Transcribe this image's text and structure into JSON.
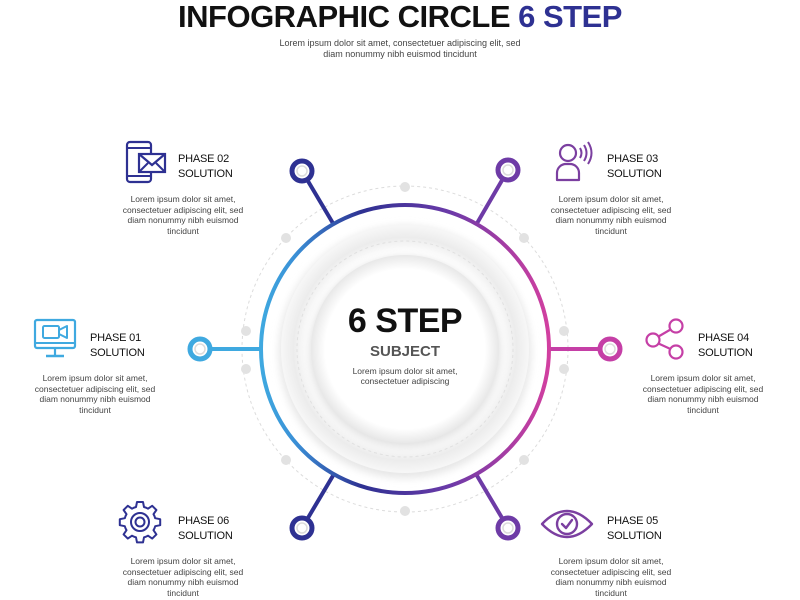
{
  "header": {
    "title_main": "INFOGRAPHIC CIRCLE ",
    "title_accent": "6 STEP",
    "subtitle_line1": "Lorem ipsum dolor sit amet, consectetuer adipiscing elit, sed",
    "subtitle_line2": "diam nonummy nibh euismod tincidunt"
  },
  "center": {
    "title": "6 STEP",
    "subtitle": "SUBJECT",
    "desc_line1": "Lorem ipsum dolor sit amet,",
    "desc_line2": "consectetuer adipiscing"
  },
  "colors": {
    "title_accent": "#2e3192",
    "phase01": "#3fa9e0",
    "phase02": "#2e3192",
    "phase03": "#7b3fa0",
    "phase04": "#c53fa6",
    "phase05": "#7b3fa0",
    "phase06": "#2e3192",
    "ring_gradient_start": "#3fa9e0",
    "ring_gradient_mid": "#2e3192",
    "ring_gradient_end": "#cc3fa0",
    "dots": "#e2e2e2"
  },
  "phases": [
    {
      "id": "01",
      "label_line1": "PHASE 01",
      "label_line2": "SOLUTION",
      "icon": "video-monitor-icon",
      "desc_line1": "Lorem ipsum dolor sit amet,",
      "desc_line2": "consectetuer adipiscing elit, sed",
      "desc_line3": "diam nonummy nibh euismod",
      "desc_line4": "tincidunt"
    },
    {
      "id": "02",
      "label_line1": "PHASE 02",
      "label_line2": "SOLUTION",
      "icon": "mobile-mail-icon",
      "desc_line1": "Lorem ipsum dolor sit amet,",
      "desc_line2": "consectetuer adipiscing elit, sed",
      "desc_line3": "diam nonummy nibh euismod",
      "desc_line4": "tincidunt"
    },
    {
      "id": "03",
      "label_line1": "PHASE 03",
      "label_line2": "SOLUTION",
      "icon": "user-speaking-icon",
      "desc_line1": "Lorem ipsum dolor sit amet,",
      "desc_line2": "consectetuer adipiscing elit, sed",
      "desc_line3": "diam nonummy nibh euismod",
      "desc_line4": "tincidunt"
    },
    {
      "id": "04",
      "label_line1": "PHASE 04",
      "label_line2": "SOLUTION",
      "icon": "share-icon",
      "desc_line1": "Lorem ipsum dolor sit amet,",
      "desc_line2": "consectetuer adipiscing elit, sed",
      "desc_line3": "diam nonummy nibh euismod",
      "desc_line4": "tincidunt"
    },
    {
      "id": "05",
      "label_line1": "PHASE 05",
      "label_line2": "SOLUTION",
      "icon": "eye-check-icon",
      "desc_line1": "Lorem ipsum dolor sit amet,",
      "desc_line2": "consectetuer adipiscing elit, sed",
      "desc_line3": "diam nonummy nibh euismod",
      "desc_line4": "tincidunt"
    },
    {
      "id": "06",
      "label_line1": "PHASE 06",
      "label_line2": "SOLUTION",
      "icon": "gear-icon",
      "desc_line1": "Lorem ipsum dolor sit amet,",
      "desc_line2": "consectetuer adipiscing elit, sed",
      "desc_line3": "diam nonummy nibh euismod",
      "desc_line4": "tincidunt"
    }
  ]
}
